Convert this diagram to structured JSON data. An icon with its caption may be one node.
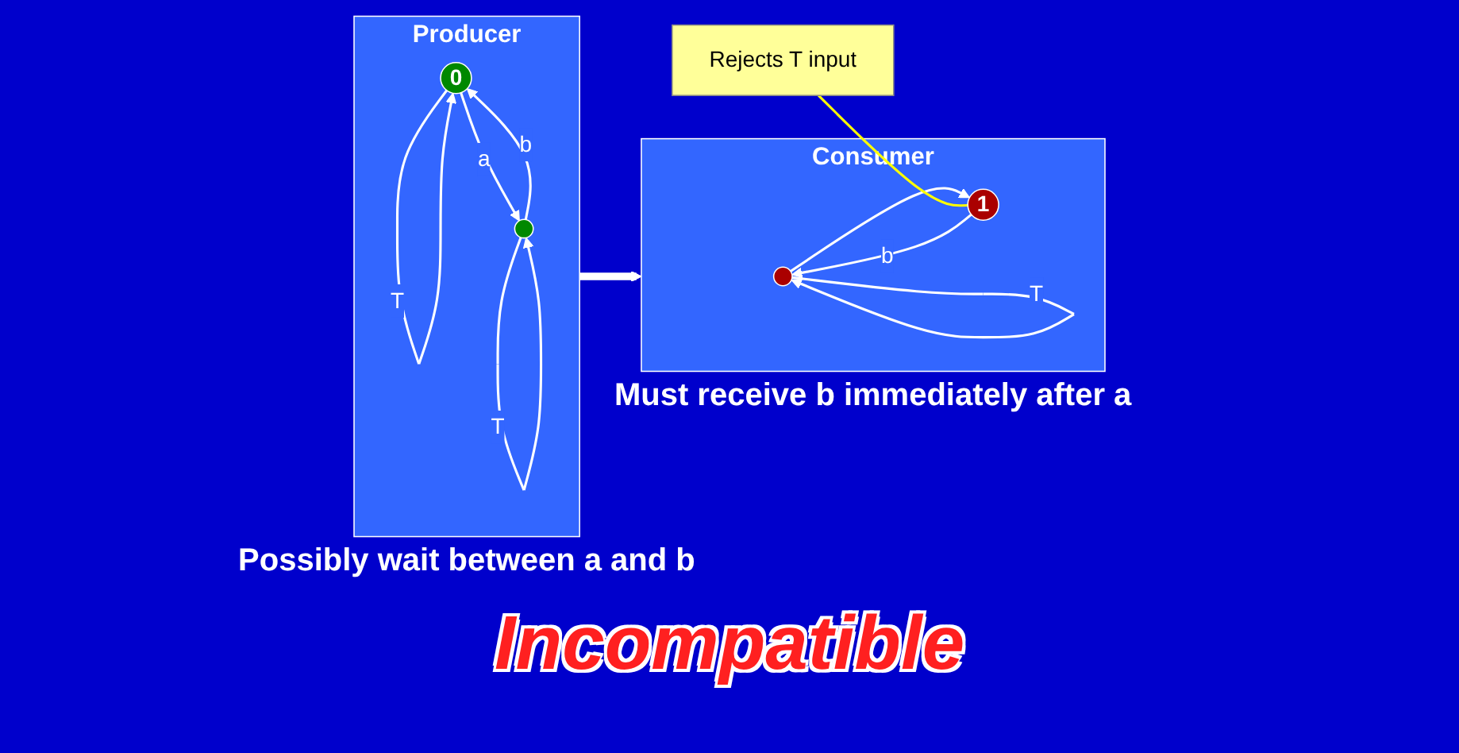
{
  "diagram": {
    "nodes": [
      {
        "text": [
          "Producer"
        ],
        "beside": [
          "Possibly wait between a and b"
        ]
      },
      {
        "text": [
          "0"
        ],
        "in": 0
      },
      {
        "text": [],
        "shape": "circle",
        "in": 0
      },
      {
        "text": [
          "Consumer"
        ],
        "beside": [
          "Must receive b immediately after a"
        ]
      },
      {
        "text": [],
        "shape": "circle",
        "in": 3
      },
      {
        "text": [
          "1"
        ],
        "in": 3
      },
      {
        "text": [
          "Rejects T input"
        ]
      }
    ],
    "edges": [
      {
        "from": 1,
        "to": 1,
        "arrow": "to",
        "label": "T"
      },
      {
        "from": 1,
        "to": 2,
        "arrow": "to",
        "label": "a"
      },
      {
        "from": 2,
        "to": 1,
        "arrow": "to",
        "label": "b"
      },
      {
        "from": 2,
        "to": 2,
        "arrow": "to",
        "label": "T"
      },
      {
        "from": 0,
        "to": 3,
        "arrow": "to",
        "style": "thick"
      },
      {
        "from": 4,
        "to": 4,
        "arrow": "to",
        "label": "T"
      },
      {
        "from": 4,
        "to": 5,
        "arrow": "to"
      },
      {
        "from": 5,
        "to": 4,
        "arrow": "to",
        "label": "b"
      },
      {
        "from": 6,
        "to": 5,
        "arrow": "none",
        "color": "#ffff00"
      }
    ],
    "labels": [
      "Incompatible"
    ]
  }
}
